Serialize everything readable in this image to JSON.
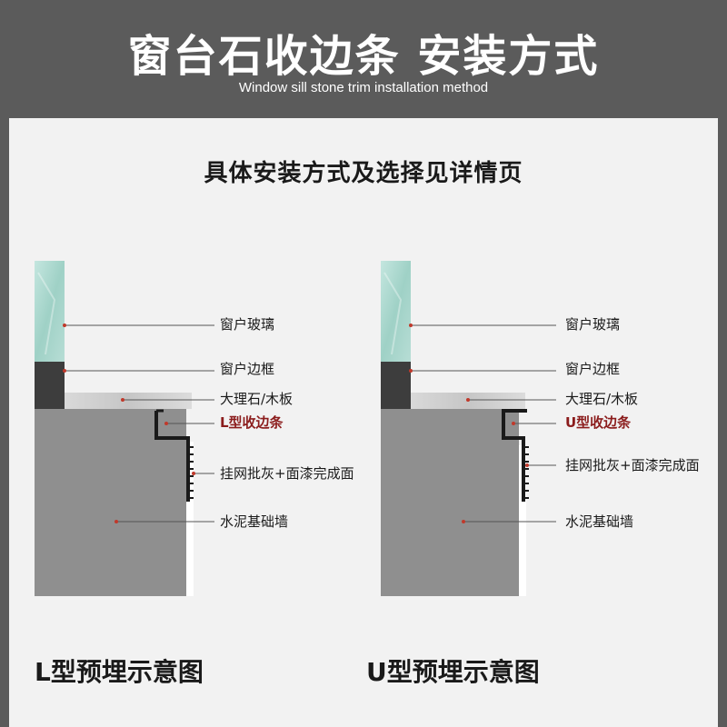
{
  "header": {
    "title": "窗台石收边条 安装方式",
    "subtitle": "Window sill stone trim installation method"
  },
  "panel": {
    "heading": "具体安装方式及选择见详情页"
  },
  "diagrams": [
    {
      "caption": "L型预埋示意图",
      "labels": {
        "glass": "窗户玻璃",
        "frame": "窗户边框",
        "stone": "大理石/木板",
        "trim": "L型收边条",
        "plaster": "挂网批灰+面漆完成面",
        "wall": "水泥基础墙"
      }
    },
    {
      "caption": "U型预埋示意图",
      "labels": {
        "glass": "窗户玻璃",
        "frame": "窗户边框",
        "stone": "大理石/木板",
        "trim": "U型收边条",
        "plaster": "挂网批灰+面漆完成面",
        "wall": "水泥基础墙"
      }
    }
  ],
  "colors": {
    "background": "#5b5b5b",
    "panel": "#f2f2f2",
    "glass": "#9fd1c6",
    "frame": "#3d3d3d",
    "stone": "#d3d3d3",
    "wall": "#8f8f8f",
    "trim": "#1a1a1a",
    "highlight": "#8b1c1c",
    "marker": "#c0392b"
  }
}
